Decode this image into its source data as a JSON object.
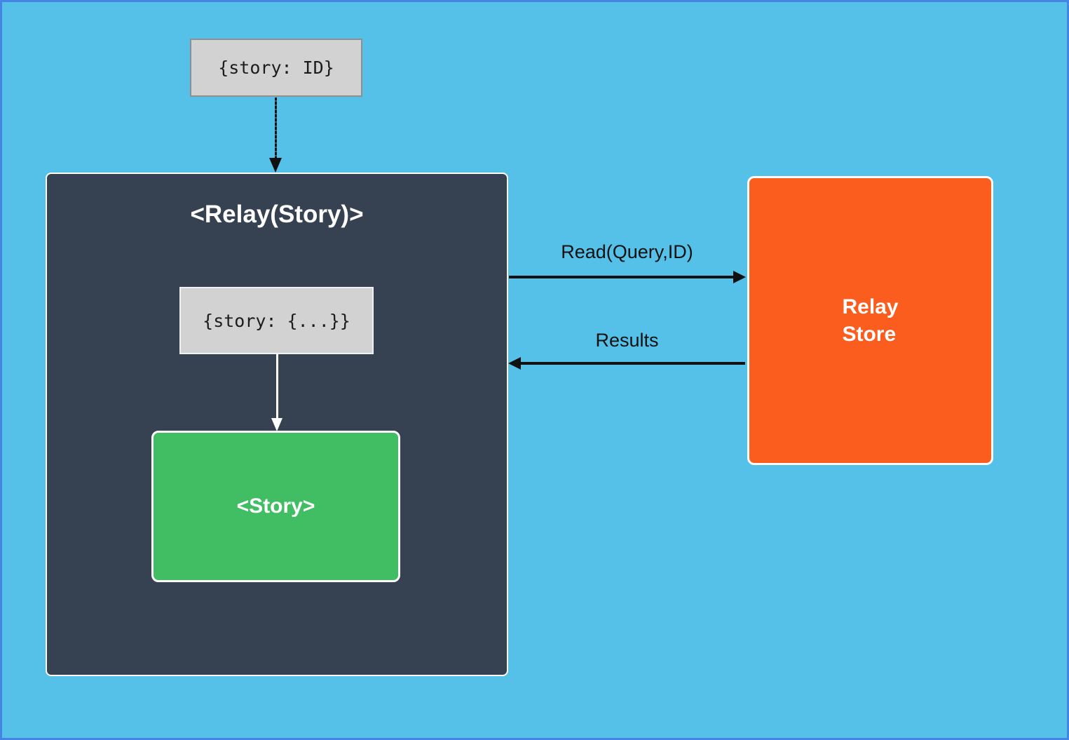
{
  "nodes": {
    "query_input": {
      "label": "{story: ID}"
    },
    "relay_component": {
      "title": "<Relay(Story)>",
      "props_label": "{story: {...}}",
      "story_label": "<Story>"
    },
    "store": {
      "lines": [
        "Relay",
        "Store"
      ]
    }
  },
  "arrows": {
    "read": {
      "label": "Read(Query,ID)"
    },
    "results": {
      "label": "Results"
    }
  },
  "colors": {
    "background": "#55c1e9",
    "frame_border": "#4584e6",
    "panel_dark": "#364251",
    "node_green": "#41bd63",
    "store_orange": "#fb5d1e",
    "box_gray": "#d2d2d2",
    "arrow_black": "#111111",
    "text_white": "#ffffff"
  }
}
